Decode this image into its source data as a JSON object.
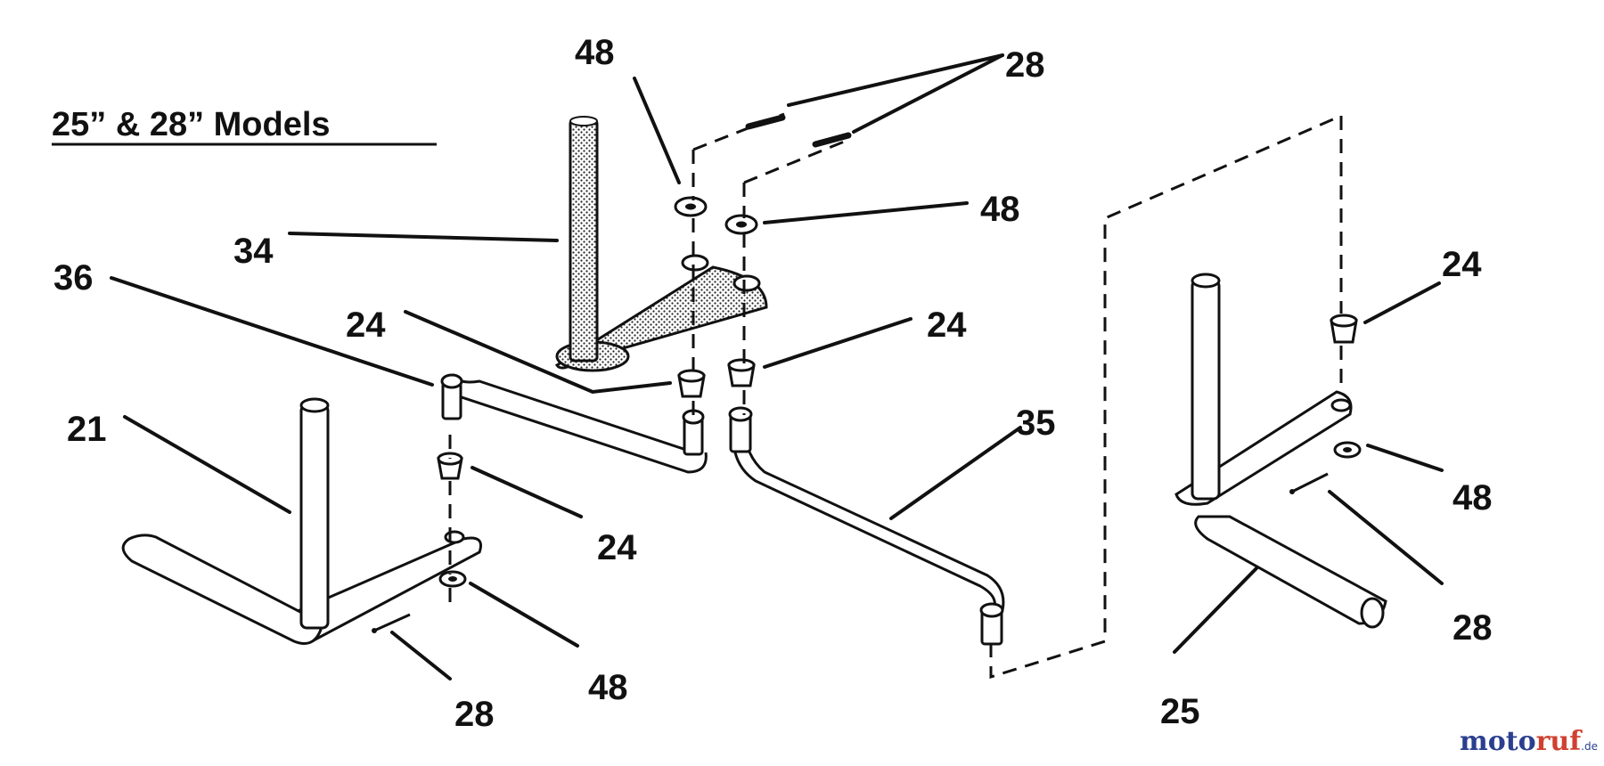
{
  "title": "25” & 28” Models",
  "labels": {
    "l48a": "48",
    "l28a": "28",
    "l48b": "48",
    "l34": "34",
    "l36": "36",
    "l24a": "24",
    "l24b": "24",
    "l24c": "24",
    "l21": "21",
    "l35": "35",
    "l24d": "24",
    "l48c": "48",
    "l48d": "48",
    "l28b": "28",
    "l28c": "28",
    "l25": "25"
  },
  "watermark": {
    "part1": "moto",
    "part2": "ruf",
    "suffix": ".de"
  },
  "colors": {
    "ink": "#111111",
    "watermark_blue": "#2a3f8f",
    "watermark_red": "#d04030"
  }
}
